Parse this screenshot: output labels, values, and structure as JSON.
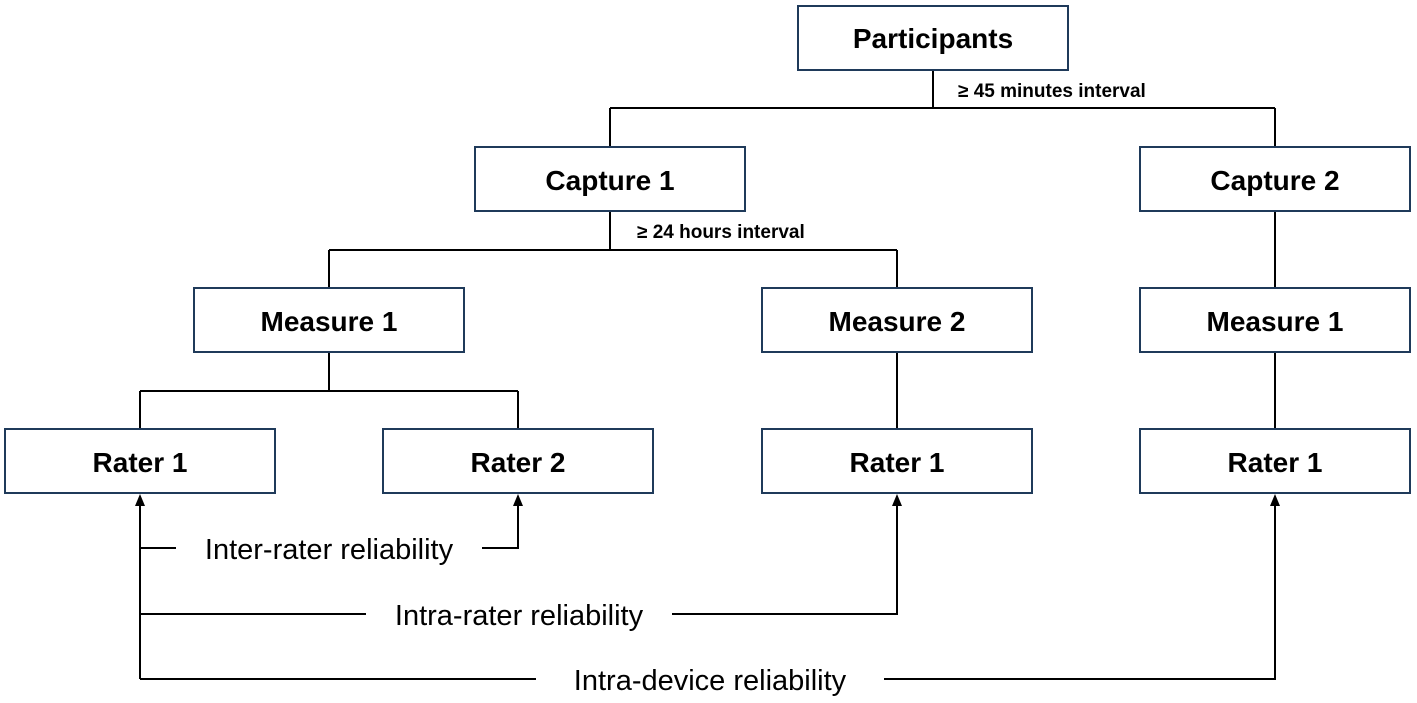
{
  "nodes": {
    "participants": "Participants",
    "capture1": "Capture 1",
    "capture2": "Capture 2",
    "c1_measure1": "Measure 1",
    "c1_measure2": "Measure 2",
    "c2_measure1": "Measure 1",
    "c1m1_rater1": "Rater 1",
    "c1m1_rater2": "Rater 2",
    "c1m2_rater1": "Rater 1",
    "c2m1_rater1": "Rater 1"
  },
  "intervals": {
    "capture_interval": "≥ 45 minutes interval",
    "measure_interval": "≥ 24 hours interval"
  },
  "reliability": {
    "inter_rater": "Inter-rater reliability",
    "intra_rater": "Intra-rater reliability",
    "intra_device": "Intra-device reliability"
  },
  "colors": {
    "box_border": "#1f3a5a",
    "line": "#000000"
  }
}
